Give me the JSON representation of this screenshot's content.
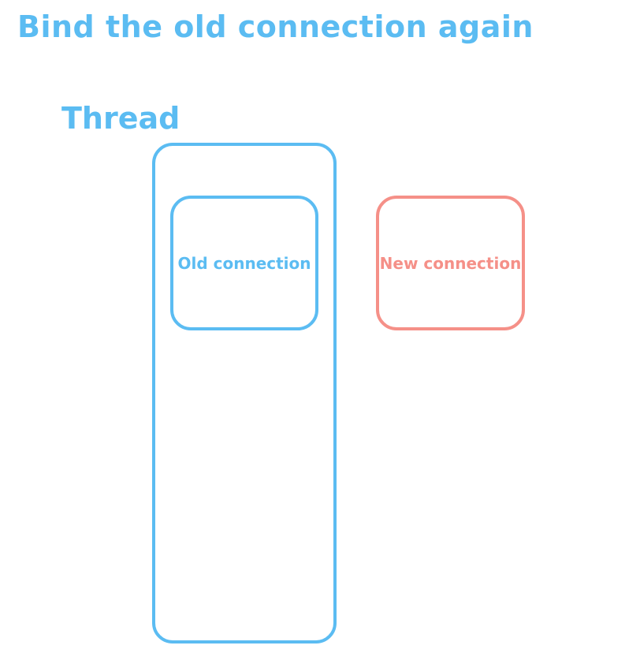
{
  "title": "Bind the old connection again",
  "thread": {
    "label": "Thread"
  },
  "old_connection": {
    "label": "Old connection"
  },
  "new_connection": {
    "label": "New connection"
  },
  "colors": {
    "blue": "#5bbcf2",
    "red": "#f59088",
    "background": "#ffffff"
  }
}
